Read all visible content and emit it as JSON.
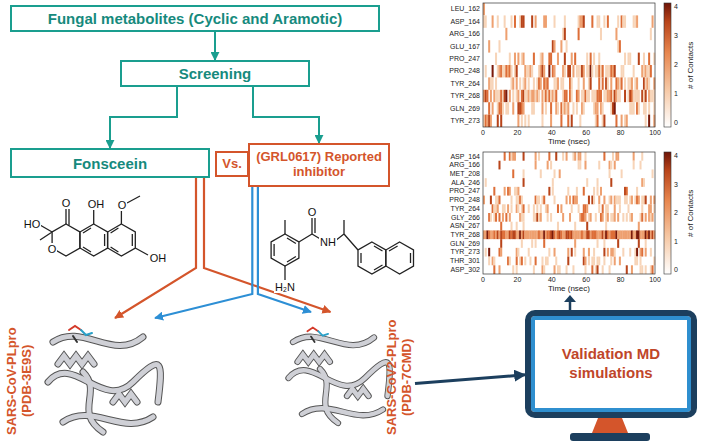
{
  "diagram": {
    "nodes": [
      {
        "text": [
          "Fungal metabolites (Cyclic and Aramotic)"
        ]
      },
      {
        "text": [
          "Screening"
        ]
      },
      {
        "text": [
          "Fonsceein"
        ]
      },
      {
        "text": [
          "Vs."
        ]
      },
      {
        "text": [
          "(GRL0617) Reported inhibitor"
        ]
      },
      {
        "text": [
          "SARS-CoV-PLpro (PDB-3E9S)"
        ]
      },
      {
        "text": [
          "SARS-CoV2-PLpro (PDB-7CMD)"
        ]
      },
      {
        "text": [
          "Validation MD simulations"
        ]
      }
    ],
    "edges": [
      {
        "from": 0,
        "to": 1,
        "arrow": "to"
      },
      {
        "from": 1,
        "to": 2,
        "arrow": "to"
      },
      {
        "from": 1,
        "to": 4,
        "arrow": "to"
      },
      {
        "from": 2,
        "to": 5,
        "arrow": "to"
      },
      {
        "from": 2,
        "to": 6,
        "arrow": "to"
      },
      {
        "from": 4,
        "to": 5,
        "arrow": "to"
      },
      {
        "from": 4,
        "to": 6,
        "arrow": "to"
      },
      {
        "from": 6,
        "to": 7,
        "arrow": "to"
      }
    ],
    "labels": [
      "LEU_162",
      "ASP_164",
      "ARG_166",
      "GLU_167",
      "PRO_247",
      "PRO_248",
      "TYR_264",
      "TYR_268",
      "GLN_269",
      "TYR_273",
      "0",
      "20",
      "40",
      "60",
      "80",
      "100",
      "Time (nsec)",
      "4",
      "3",
      "2",
      "1",
      "0",
      "# of Contacts",
      "ASP_164",
      "ARG_166",
      "MET_208",
      "ALA_246",
      "PRO_247",
      "PRO_248",
      "TYR_264",
      "GLY_266",
      "ASN_267",
      "TYR_268",
      "GLN_269",
      "TYR_273",
      "THR_301",
      "ASP_302",
      "0",
      "20",
      "40",
      "60",
      "80",
      "100",
      "Time (nsec)",
      "4",
      "3",
      "2",
      "1",
      "0",
      "# of Contacts",
      "O",
      "OH",
      "O",
      "HO",
      "O",
      "OH",
      "O",
      "NH",
      "H₂N"
    ]
  }
}
